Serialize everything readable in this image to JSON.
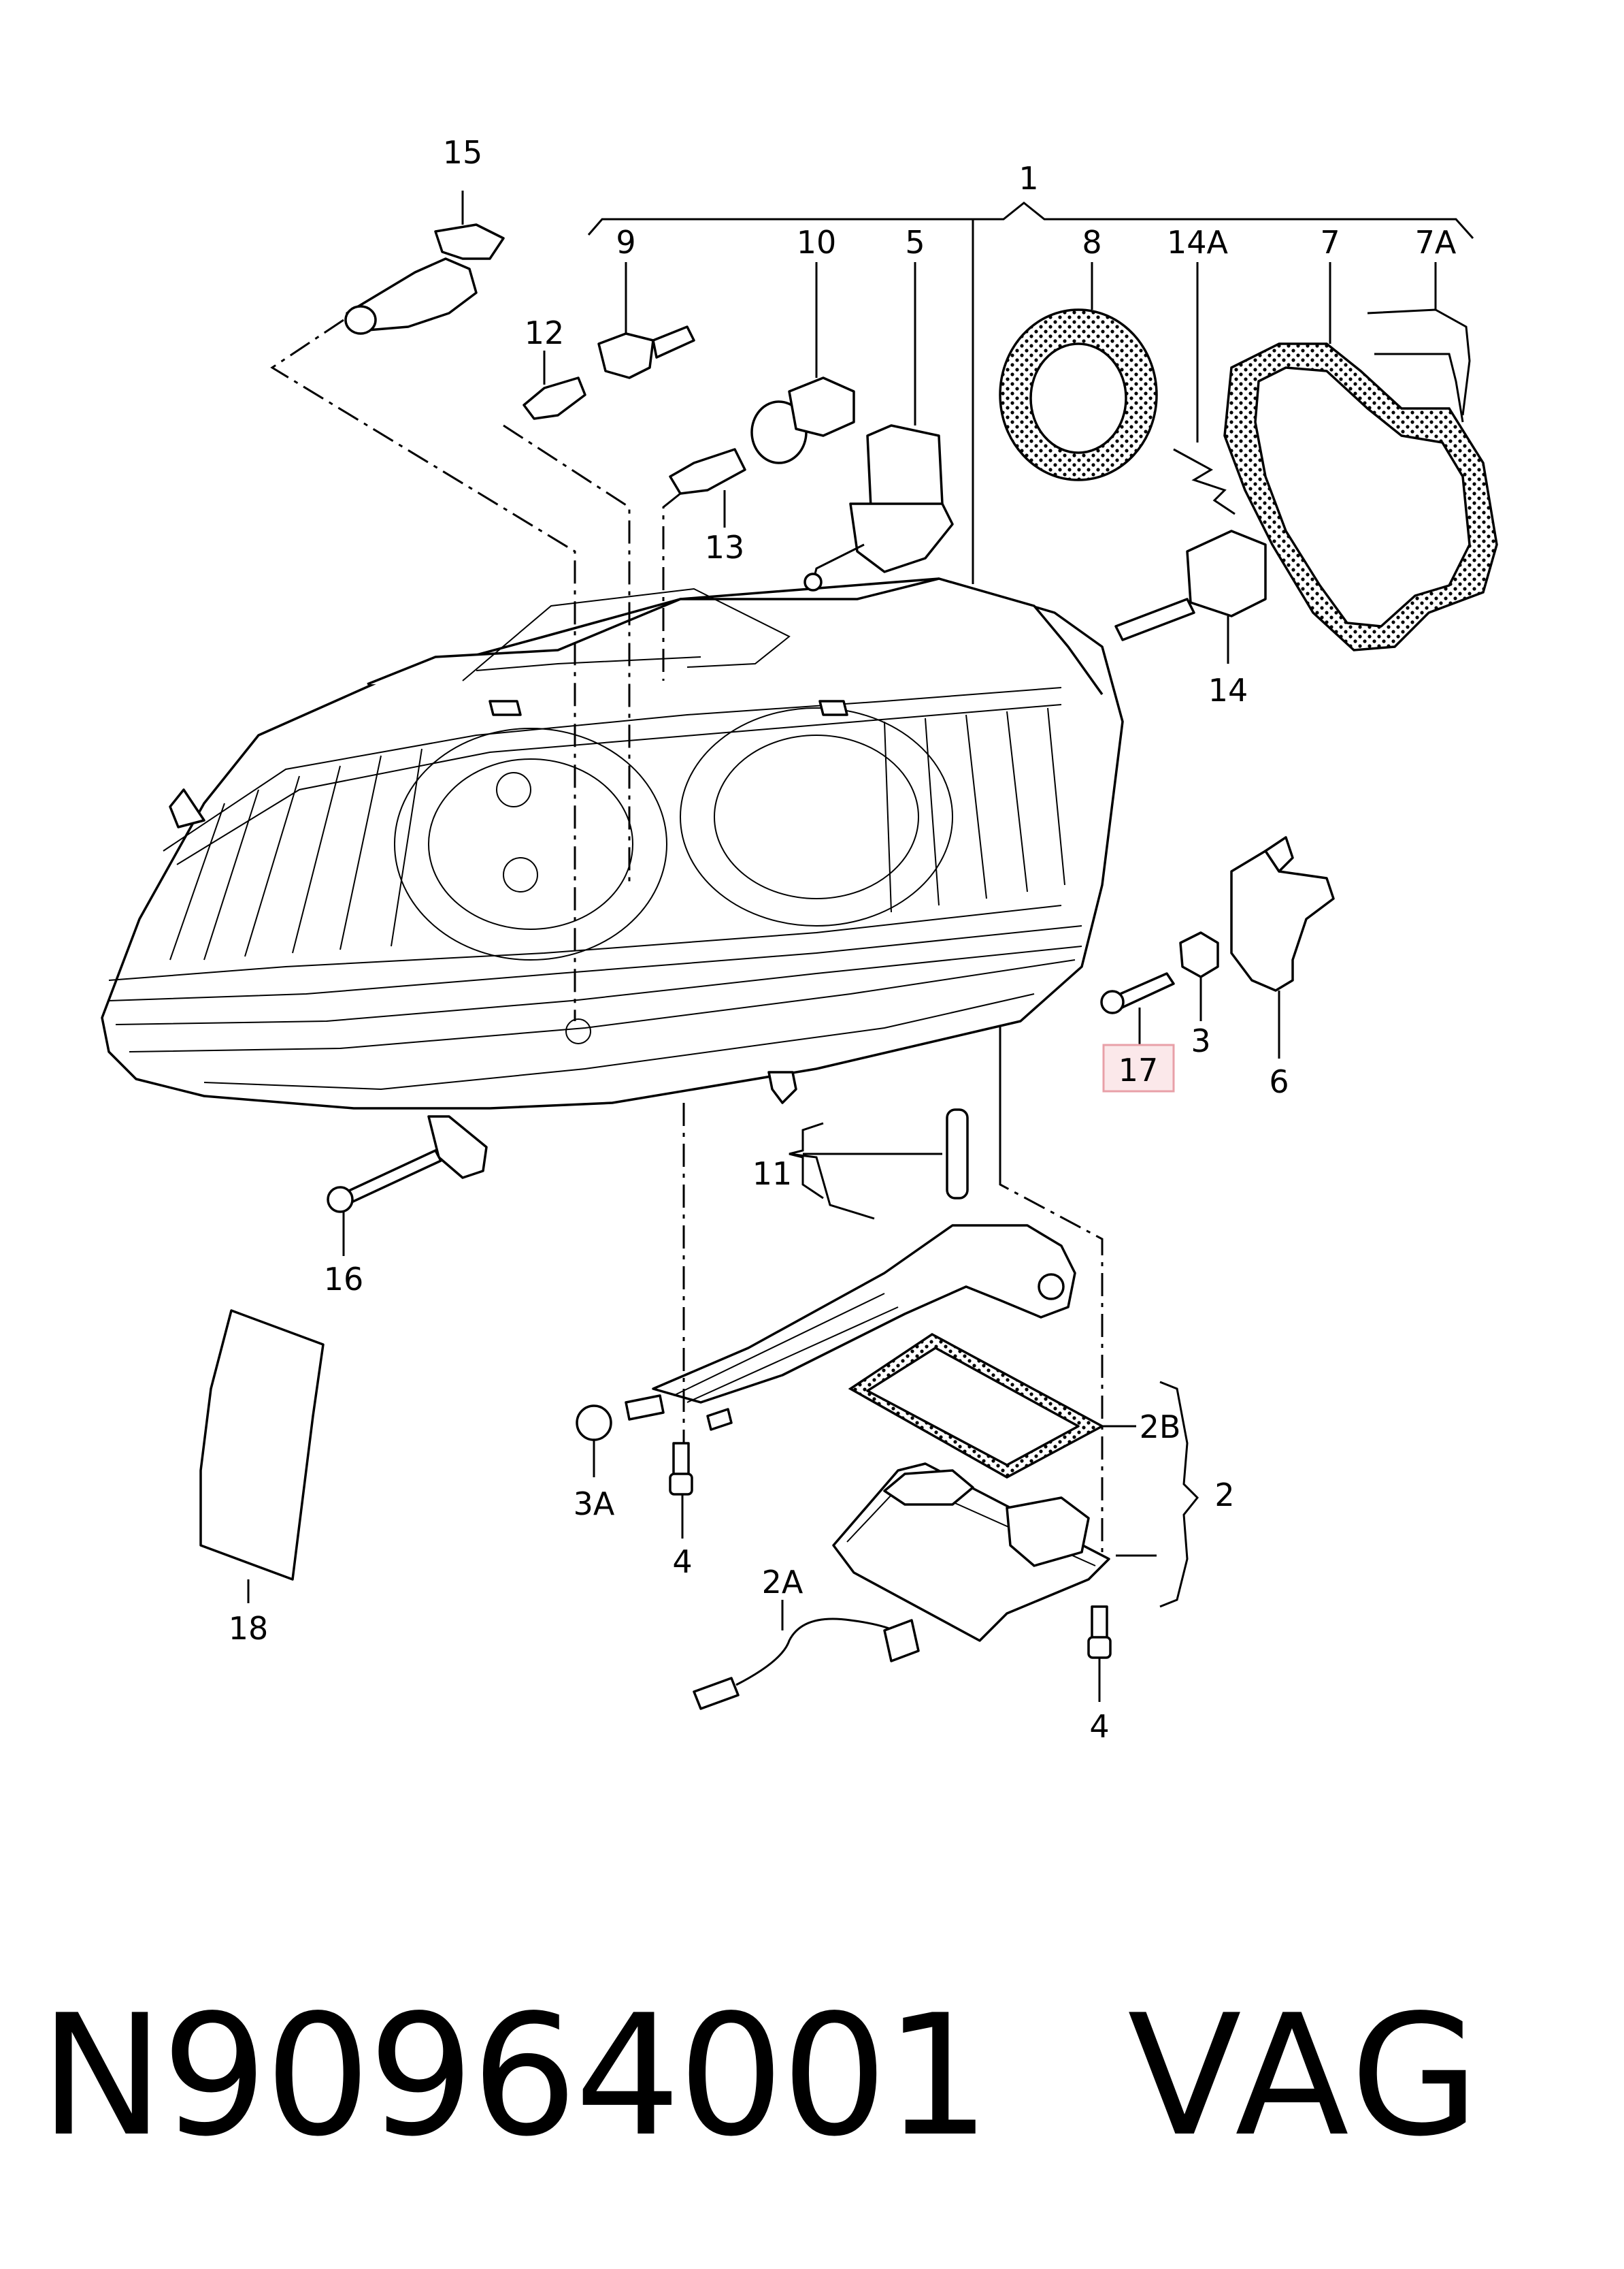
{
  "callouts": {
    "c1": "1",
    "c2": "2",
    "c2A": "2A",
    "c2B": "2B",
    "c3": "3",
    "c3A": "3A",
    "c4a": "4",
    "c4b": "4",
    "c5": "5",
    "c6": "6",
    "c7": "7",
    "c7A": "7A",
    "c8": "8",
    "c9": "9",
    "c10": "10",
    "c11": "11",
    "c12": "12",
    "c13": "13",
    "c14": "14",
    "c14A": "14A",
    "c15": "15",
    "c16": "16",
    "c17": "17",
    "c18": "18"
  },
  "highlighted_callout": "17",
  "highlight_color": "#e8a0a8",
  "footer": {
    "part_number": "N90964001",
    "brand": "VAG"
  }
}
